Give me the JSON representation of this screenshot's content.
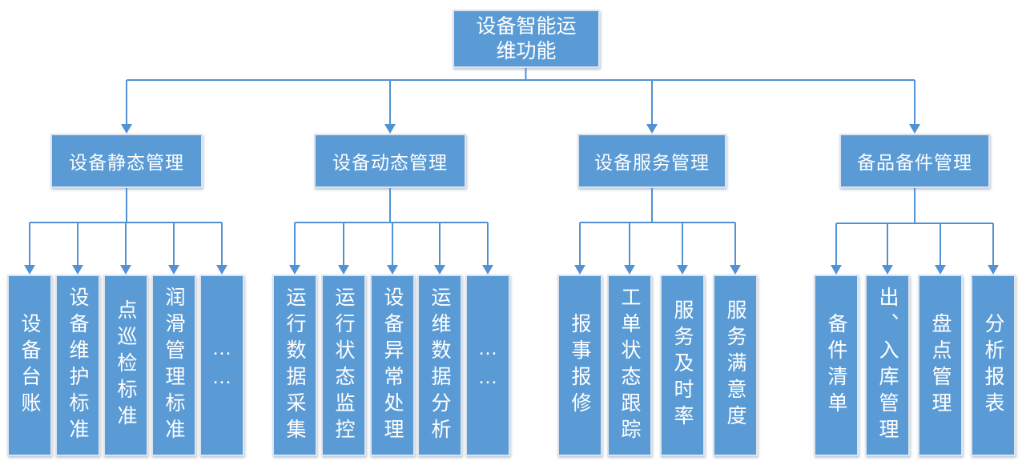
{
  "diagram": {
    "title": "设备智能运维功能",
    "root": {
      "label": "设备智能运维功能",
      "lines": [
        "设备智能运",
        "维功能"
      ]
    },
    "branches": [
      {
        "label": "设备静态管理",
        "leaves": [
          "设备台账",
          "设备维护标准",
          "点巡检标准",
          "润滑管理标准",
          "……"
        ]
      },
      {
        "label": "设备动态管理",
        "leaves": [
          "运行数据采集",
          "运行状态监控",
          "设备异常处理",
          "运维数据分析",
          "……"
        ]
      },
      {
        "label": "设备服务管理",
        "leaves": [
          "报事报修",
          "工单状态跟踪",
          "服务及时率",
          "服务满意度"
        ]
      },
      {
        "label": "备品备件管理",
        "leaves": [
          "备件清单",
          "出、入库管理",
          "盘点管理",
          "分析报表"
        ]
      }
    ],
    "colors": {
      "box_fill": "#5B9BD5",
      "box_border": "#dde4ed",
      "connector": "#5291d3",
      "text": "#ffffff"
    }
  }
}
